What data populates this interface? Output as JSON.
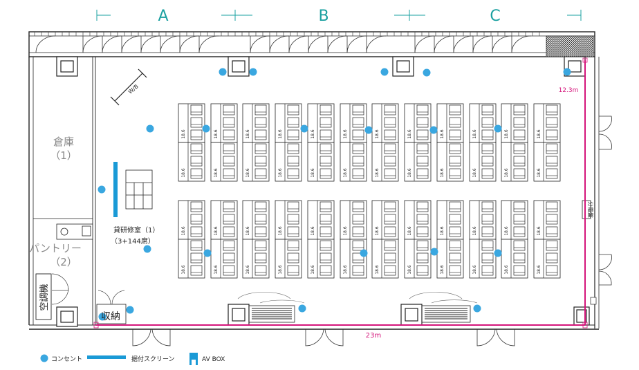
{
  "bays": [
    "A",
    "B",
    "C"
  ],
  "rooms": {
    "storage": {
      "line1": "倉庫",
      "line2": "（1）"
    },
    "pantry": {
      "line1": "パントリー",
      "line2": "（2）"
    },
    "ac": {
      "label": "空調機"
    },
    "cabinet": {
      "label": "収納"
    },
    "main": {
      "line1": "貸研修室（1）",
      "line2": "（3+144席）"
    },
    "panel": {
      "label": "分電盤"
    }
  },
  "whiteboard": {
    "label": "W/B"
  },
  "dimensions": {
    "width": "23m",
    "depth": "12.3m"
  },
  "seat_label": "18.6",
  "colors": {
    "outlet": "#3aa7e0",
    "screen": "#1a9ad6",
    "dimension": "#d4147a",
    "grid": "#1aa0a0",
    "wall": "#222222"
  },
  "legend": {
    "outlet": "コンセント",
    "screen": "据付スクリーン",
    "avbox": "AV BOX"
  }
}
